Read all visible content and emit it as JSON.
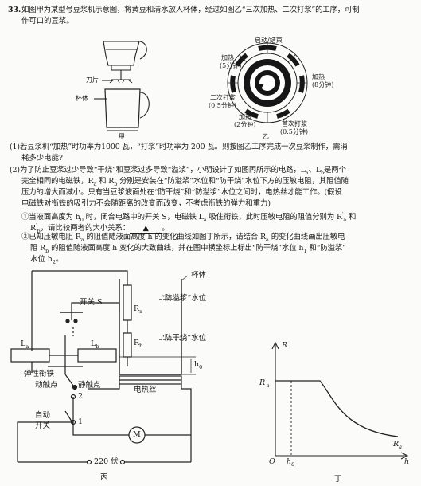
{
  "question": {
    "number": "33.",
    "intro_line1": "如图甲为某型号豆浆机示意图，将黄豆和清水放人杯体，经过如图乙“三次加热、二次打浆”的工序，可制",
    "intro_line2": "作可口的豆浆。",
    "part1_line1": "(1)若豆浆机“加热”时功率为1000 瓦，“打浆”时功率为 200 瓦。则按图乙工序完成一次豆浆制作，需消",
    "part1_line2": "耗多少电能?",
    "part2_line1": "(2)为了防止豆浆过少导致“干烧”和豆浆过多导致“溢浆”，小明设计了如图丙所示的电路，L",
    "part2_line1_sub_a": "a",
    "part2_line1_mid": "、L",
    "part2_line1_sub_b": "b",
    "part2_line1_end": "是两个",
    "part2_line2": "完全相同的电磁铁，R",
    "part2_line2_sub_a": "a",
    "part2_line2_mid": " 和 R",
    "part2_line2_sub_b": "b",
    "part2_line2_end": " 分别是安装在“防溢浆”水位和“防干烧”水位下方的压敏电阻，其阻值随",
    "part2_line3": "压力的增大而减小。只有当豆浆液面处在“防干烧”和“防溢浆”水位之间时，电热丝才能工作。(假设",
    "part2_line4": "电磁铁对衔铁的吸引力不会随距离的改变而改变，不考虑衔铁的弹力和重力)",
    "sub1_line1_a": "①当液面高度为 h",
    "sub1_line1_sub": "0",
    "sub1_line1_b": " 时，闭合电路中的开关 S，电磁铁 L",
    "sub1_line1_sub2": "a",
    "sub1_line1_c": " 吸住衔铁，此时压敏电阻的阻值分别为 R",
    "sub1_line1_d": "′",
    "sub1_line1_e": "a",
    "sub1_line1_f": " 和",
    "sub1_line2_a": "R",
    "sub1_line2_b": "′",
    "sub1_line2_c": "b",
    "sub1_line2_d": "，请比较两者的大小关系：",
    "sub1_blank": "▲",
    "sub1_end": "。",
    "sub2_line1_a": "②已知压敏电阻 R",
    "sub2_line1_sub": "a",
    "sub2_line1_b": " 的阻值随液面高度 h 的变化曲线如图丁所示，请结合 R",
    "sub2_line1_sub2": "a",
    "sub2_line1_c": " 的变化曲线画出压敏电",
    "sub2_line2_a": "阻 R",
    "sub2_line2_sub": "b",
    "sub2_line2_b": " 的阻值随液面高度 h 变化的大致曲线，并在图中横坐标上标出“防干烧”水位 h",
    "sub2_line2_sub2": "1",
    "sub2_line2_c": " 和“防溢浆”",
    "sub2_line3_a": "水位 h",
    "sub2_line3_sub": "2",
    "sub2_line3_b": "。"
  },
  "figure_jia": {
    "caption": "甲",
    "blade_label": "刀片",
    "cup_label": "杯体"
  },
  "figure_yi": {
    "caption": "乙",
    "start_end": "启动/结束",
    "heat1_label": "加热",
    "heat1_time": "(5分钟)",
    "heat2_label": "加热",
    "heat2_time": "(8分钟)",
    "blend2_label": "二次打浆",
    "blend2_time": "(0.5分钟)",
    "heat3_label": "加热",
    "heat3_time": "(2分钟)",
    "blend1_label": "首次打浆",
    "blend1_time": "(0.5分钟)"
  },
  "figure_bing": {
    "caption": "丙",
    "cup_label": "杯体",
    "overflow_level": "“防溢浆”水位",
    "dry_level": "“防干烧”水位",
    "switch_label": "开关 S",
    "Ra": "R",
    "Ra_sub": "a",
    "Rb": "R",
    "Rb_sub": "b",
    "La": "L",
    "La_sub": "a",
    "Lb": "L",
    "Lb_sub": "b",
    "h0": "h",
    "h0_sub": "0",
    "armature": "弹性衔铁",
    "moving_contact": "动触点",
    "static_contact": "静触点",
    "heater": "电热丝",
    "auto_switch_1": "自动",
    "auto_switch_2": "开关",
    "contact_1": "1",
    "contact_2": "2",
    "motor": "M",
    "voltage": "220 伏"
  },
  "figure_ding": {
    "caption": "丁",
    "axis_y": "R",
    "axis_x": "h",
    "origin": "O",
    "ra_prime": "R",
    "ra_prime_sup": "′",
    "ra_prime_sub": "a",
    "ra_curve": "R",
    "ra_curve_sub": "a",
    "h0": "h",
    "h0_sub": "0"
  }
}
